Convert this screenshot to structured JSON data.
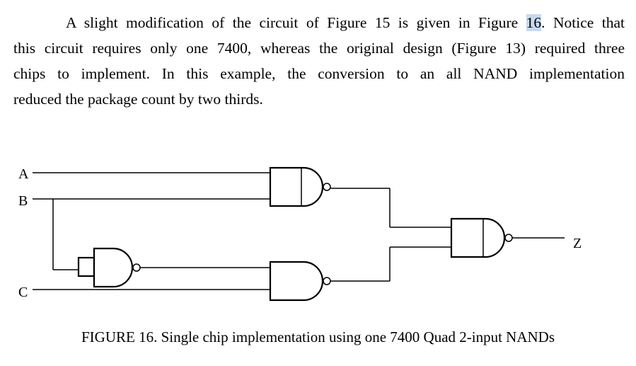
{
  "paragraph": {
    "line1_before": "A slight modification of the circuit of Figure 15 is given in Figure ",
    "line1_highlight": "16",
    "line1_after": ". Notice that",
    "line2": "this circuit requires only one 7400, whereas the original design (Figure 13) required three",
    "line3": "chips to implement. In this example, the conversion to an all NAND implementation",
    "line4": "reduced the package count by two thirds."
  },
  "circuit": {
    "input_a": "A",
    "input_b": "B",
    "input_c": "C",
    "output_z": "Z"
  },
  "caption": "FIGURE 16. Single chip implementation using one 7400 Quad 2-input NANDs"
}
